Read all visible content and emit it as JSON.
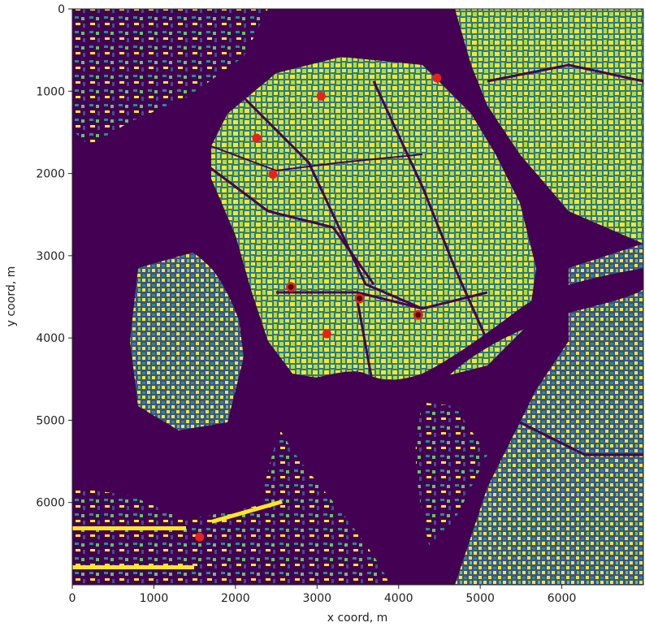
{
  "chart_data": {
    "type": "heatmap",
    "title": "",
    "xlabel": "x coord, m",
    "ylabel": "y coord, m",
    "xlim": [
      0,
      7000
    ],
    "ylim": [
      7000,
      0
    ],
    "y_inverted": true,
    "x_ticks": [
      0,
      1000,
      2000,
      3000,
      4000,
      5000,
      6000
    ],
    "y_ticks": [
      0,
      1000,
      2000,
      3000,
      4000,
      5000,
      6000
    ],
    "x_tick_labels": [
      "0",
      "1000",
      "2000",
      "3000",
      "4000",
      "5000",
      "6000"
    ],
    "y_tick_labels": [
      "0",
      "1000",
      "2000",
      "3000",
      "4000",
      "5000",
      "6000"
    ],
    "colormap": "viridis",
    "colors": {
      "background": "#440154",
      "building": "#fde725",
      "building_mid": "#b5de2b",
      "edge": "#3b528b",
      "marker": "#e8221b",
      "marker_dark": "#4a0f0f"
    },
    "red_markers": [
      {
        "x": 3050,
        "y": 1060
      },
      {
        "x": 4470,
        "y": 840
      },
      {
        "x": 2260,
        "y": 1570
      },
      {
        "x": 2460,
        "y": 2010
      },
      {
        "x": 3120,
        "y": 3950
      },
      {
        "x": 1560,
        "y": 6420
      }
    ],
    "dark_markers": [
      {
        "x": 2680,
        "y": 3380
      },
      {
        "x": 3520,
        "y": 3520
      },
      {
        "x": 4240,
        "y": 3720
      }
    ]
  }
}
